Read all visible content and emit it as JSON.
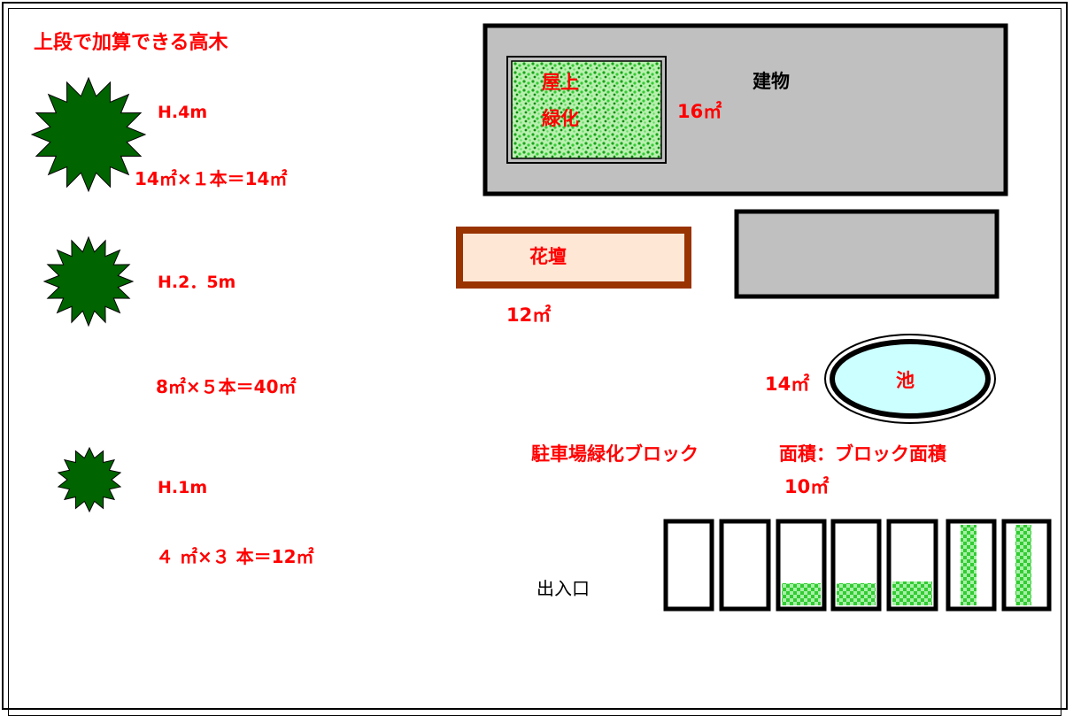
{
  "title": "上段で加算できる高木",
  "trees": [
    {
      "height": "H.4m",
      "calc": "14㎡×１本＝14㎡"
    },
    {
      "height": "H.2．5m",
      "calc": "8㎡×５本＝40㎡"
    },
    {
      "height": "H.1m",
      "calc": "４ ㎡×３ 本＝12㎡"
    }
  ],
  "building": {
    "label": "建物",
    "rooftop_label_line1": "屋上",
    "rooftop_label_line2": "緑化",
    "rooftop_area": "16㎡"
  },
  "flowerbed": {
    "label": "花壇",
    "area": "12㎡"
  },
  "pond": {
    "label": "池",
    "area": "14㎡"
  },
  "parking": {
    "label": "駐車場緑化ブロック",
    "note": "面積：ブロック面積",
    "area": "10㎡"
  },
  "entrance": {
    "label": "出入口"
  },
  "colors": {
    "tree": "#006400",
    "gray": "#c0c0c0",
    "flowerbed_border": "#993300",
    "flowerbed_fill": "#ffe7d6",
    "pond": "#ccffff",
    "green_pattern": "#33cc33",
    "label_red": "#ff0000"
  }
}
